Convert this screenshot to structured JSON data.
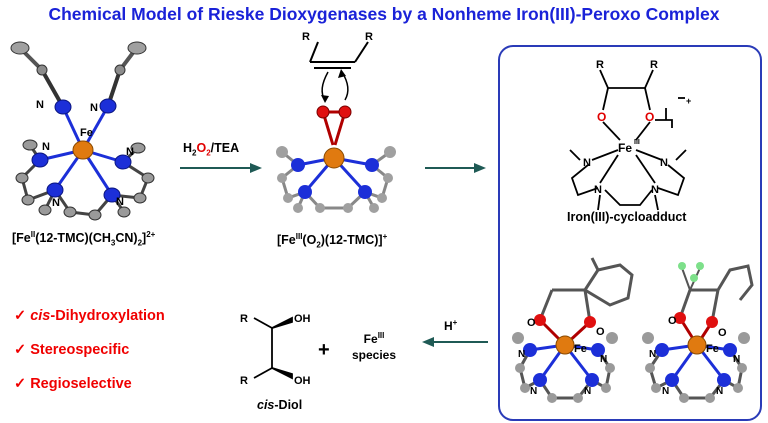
{
  "title": "Chemical Model of Rieske Dioxygenases by a Nonheme Iron(III)-Peroxo Complex",
  "compound1": {
    "label_prefix": "[Fe",
    "label_ox": "II",
    "label_main": "(12-TMC)(CH",
    "label_sub1": "3",
    "label_mid": "CN)",
    "label_sub2": "2",
    "label_end": "]",
    "label_charge": "2+",
    "atom_fe": "Fe",
    "atom_n": "N"
  },
  "arrow1": {
    "h": "H",
    "sub_h": "2",
    "o": "O",
    "sub_o": "2",
    "rest": "/TEA"
  },
  "compound2": {
    "label_prefix": "[Fe",
    "label_ox": "III",
    "label_mid": "(O",
    "label_sub": "2",
    "label_end": ")(12-TMC)]",
    "label_charge": "+",
    "r": "R"
  },
  "cycloadduct": {
    "label": "Iron(III)-cycloadduct",
    "fe": "Fe",
    "fe_ox": "III",
    "o": "O",
    "n": "N",
    "r": "R",
    "charge": "+"
  },
  "arrow_h": {
    "h": "H",
    "charge": "+"
  },
  "products": {
    "fe_species_fe": "Fe",
    "fe_species_ox": "III",
    "fe_species_word": "species",
    "plus": "+",
    "diol_r": "R",
    "diol_oh": "OH",
    "diol_label_italic": "cis",
    "diol_label_rest": "-Diol"
  },
  "checklist": [
    {
      "mark": "✓",
      "italic": "cis",
      "text": "-Dihydroxylation"
    },
    {
      "mark": "✓",
      "italic": "",
      "text": "Stereospecific"
    },
    {
      "mark": "✓",
      "italic": "",
      "text": "Regioselective"
    }
  ],
  "colors": {
    "title": "#1a22d8",
    "iron": "#e07a10",
    "nitrogen": "#1c2fd8",
    "oxygen": "#e01010",
    "carbon": "#8c8c8c",
    "fluorine": "#7de08a",
    "arrow": "#1f5a55",
    "box": "#2a3bb8",
    "check": "#f00000"
  }
}
